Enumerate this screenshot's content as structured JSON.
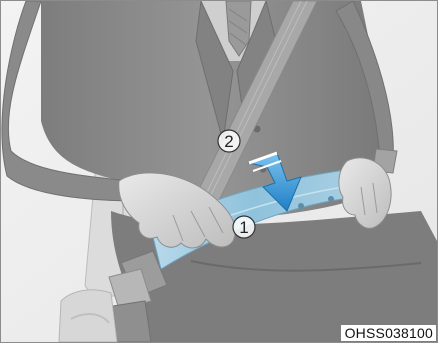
{
  "figure": {
    "code": "OHSS038100",
    "callouts": [
      {
        "label": "1"
      },
      {
        "label": "2"
      }
    ]
  },
  "colors": {
    "background": "#eeeeee",
    "jacket": "#8d8d8d",
    "jacket_shadow": "#6f6f6f",
    "belt": "#a9a9a9",
    "lap_belt_accent": "#8fc2dc",
    "arrow": "#2f8fce",
    "seat": "#d9d9d9"
  },
  "icons": [
    "seat-belt-illustration",
    "direction-arrow-icon"
  ]
}
